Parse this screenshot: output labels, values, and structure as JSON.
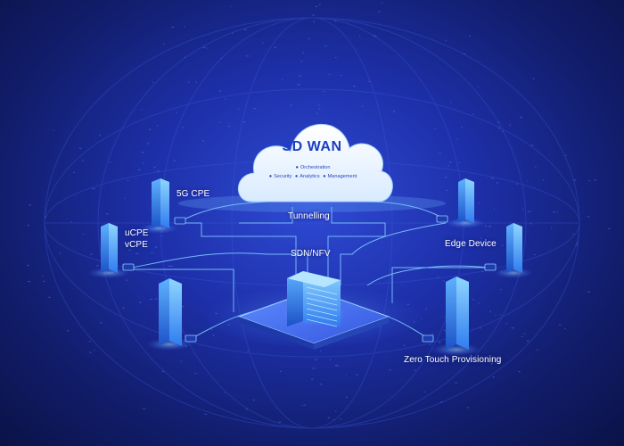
{
  "cloud": {
    "title": "SD WAN",
    "items": [
      "Orchestration",
      "Security",
      "Analytics",
      "Management"
    ]
  },
  "labels": {
    "tunnelling": "Tunnelling",
    "sdn_nfv": "SDN/NFV",
    "five_g_cpe": "5G CPE",
    "ucpe": "uCPE",
    "vcpe": "vCPE",
    "edge_device": "Edge Device",
    "zero_touch": "Zero Touch Provisioning"
  },
  "colors": {
    "background": "#1d2fa8",
    "line": "#7fc8ff",
    "tower": "#5ab4ff",
    "cloud": "#f2f8ff"
  }
}
